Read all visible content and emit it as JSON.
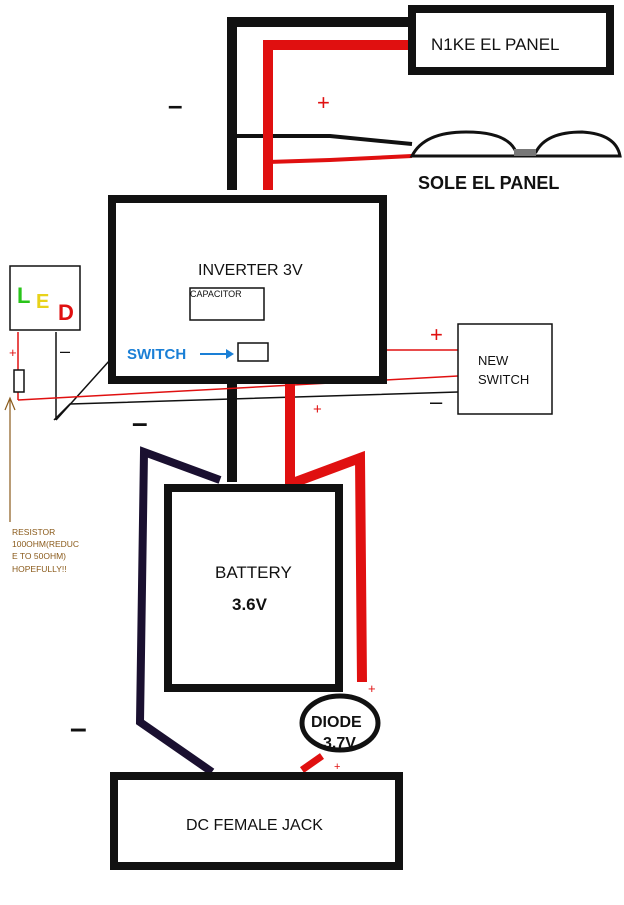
{
  "components": {
    "n1ke_panel": "N1KE EL PANEL",
    "sole_panel": "SOLE EL PANEL",
    "inverter": "INVERTER 3V",
    "capacitor": "CAPACITOR",
    "switch_label": "SWITCH",
    "new_switch_line1": "NEW",
    "new_switch_line2": "SWITCH",
    "battery": "BATTERY",
    "battery_voltage": "3.6V",
    "diode": "DIODE",
    "diode_voltage": "3.7V",
    "dc_jack": "DC FEMALE JACK"
  },
  "led": {
    "l": "L",
    "e": "E",
    "d": "D"
  },
  "resistor_note": {
    "line1": "RESISTOR",
    "line2": "100OHM(REDUC",
    "line3": "E TO 50OHM)",
    "line4": "HOPEFULLY!!"
  },
  "polarity": {
    "plus": "+",
    "minus": "–"
  },
  "colors": {
    "positive_wire": "#e01010",
    "negative_wire": "#111111",
    "negative_left_wire": "#1a1030",
    "switch_blue": "#1a7fd6",
    "led_l": "#29c41a",
    "led_e": "#e8d21a",
    "led_d": "#e01010",
    "resistor_brown": "#8a5a1a"
  }
}
